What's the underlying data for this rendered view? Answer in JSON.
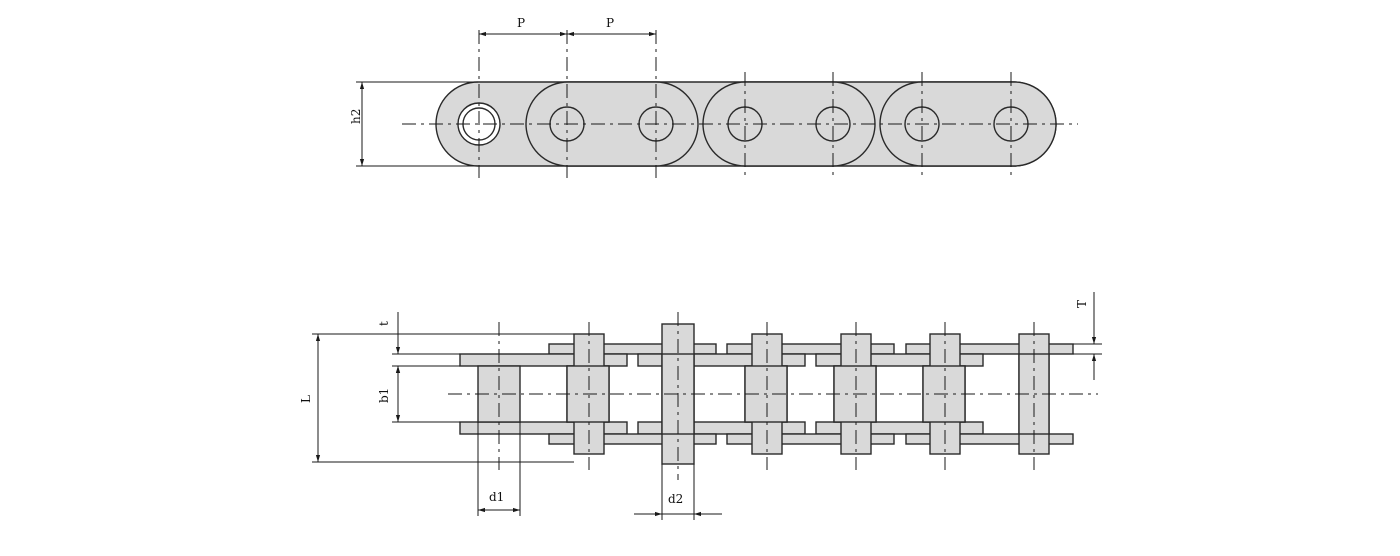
{
  "labels": {
    "pitch_1": "P",
    "pitch_2": "P",
    "plate_height": "h2",
    "overall_width": "L",
    "plate_thickness": "t",
    "inner_width": "b1",
    "roller_diameter": "d1",
    "pin_diameter": "d2",
    "pin_protrusion": "T"
  }
}
